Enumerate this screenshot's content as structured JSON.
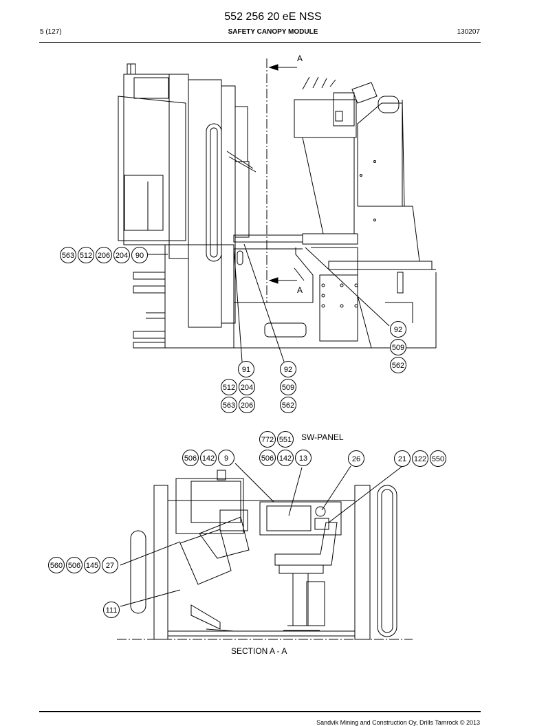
{
  "header": {
    "doc_number": "552 256 20 eE NSS",
    "page": "5 (127)",
    "title": "SAFETY CANOPY MODULE",
    "date": "130207"
  },
  "section_marks": {
    "top": "A",
    "bottom": "A"
  },
  "labels": {
    "sw_panel": "SW-PANEL",
    "section": "SECTION A - A"
  },
  "callouts_top": {
    "left_group": [
      "563",
      "512",
      "206",
      "204",
      "90"
    ],
    "right_stack": [
      "92",
      "509",
      "562"
    ],
    "mid_left": [
      "91"
    ],
    "mid_left_row2": [
      "512",
      "204"
    ],
    "mid_left_row3": [
      "563",
      "206"
    ],
    "mid_right": [
      "92",
      "509",
      "562"
    ]
  },
  "callouts_bottom": {
    "g1": [
      "772",
      "551"
    ],
    "g2": [
      "506",
      "142",
      "9"
    ],
    "g3": [
      "506",
      "142",
      "13"
    ],
    "g4": [
      "26"
    ],
    "g5": [
      "21",
      "122",
      "550"
    ],
    "g6": [
      "560",
      "506",
      "145",
      "27"
    ],
    "g7": [
      "111"
    ]
  },
  "footer": {
    "copyright": "Sandvik Mining and Construction Oy, Drills Tamrock © 2013"
  }
}
